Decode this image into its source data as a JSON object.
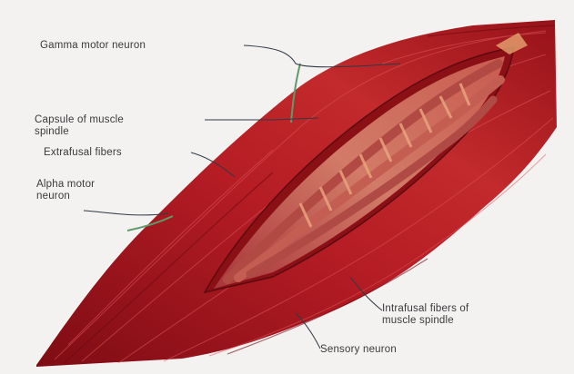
{
  "figure": {
    "labels": {
      "gamma_motor_neuron": "Gamma motor neuron",
      "capsule": "Capsule of muscle\nspindle",
      "extrafusal_fibers": "Extrafusal fibers",
      "alpha_motor_neuron": "Alpha motor\nneuron",
      "intrafusal_fibers": "Intrafusal fibers of\nmuscle spindle",
      "sensory_neuron": "Sensory neuron"
    },
    "colors": {
      "muscle_dark": "#8e0f17",
      "muscle_main": "#b81d25",
      "muscle_light": "#d8464a",
      "spindle": "#c96a5a",
      "spindle_band": "#e6a084",
      "nerve": "#5f9a6b",
      "leader_line": "#2f3a44"
    }
  }
}
